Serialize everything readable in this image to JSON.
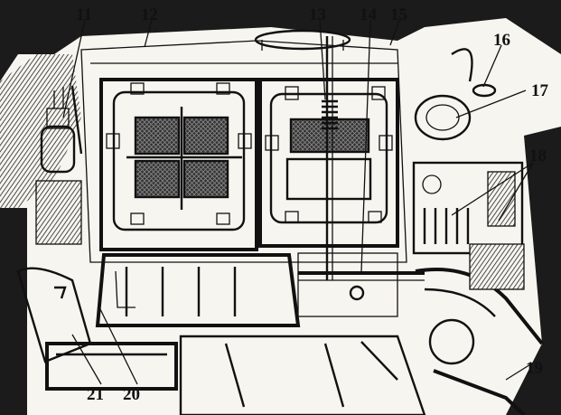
{
  "labels": [
    "11",
    "12",
    "13",
    "14",
    "15",
    "16",
    "17",
    "18",
    "19",
    "20",
    "21"
  ]
}
